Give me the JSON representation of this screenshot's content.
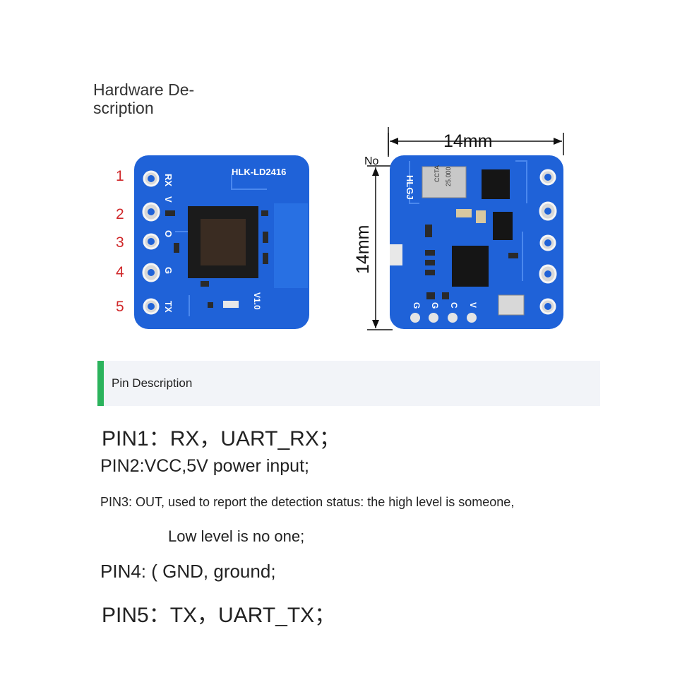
{
  "title": "Hardware De-\nscription",
  "title_line1": "Hardware De-",
  "title_line2": "scription",
  "pin_numbers": [
    "1",
    "2",
    "3",
    "4",
    "5"
  ],
  "left_board": {
    "model_label": "HLK-LD2416",
    "pin_labels": [
      "RX",
      "V",
      "O",
      "G",
      "TX"
    ],
    "bottom_label": "V1.0"
  },
  "right_board": {
    "crystal_label": "25.000",
    "crystal_sublabel": "CCTA",
    "side_label": "HLGJ",
    "bottom_pin_labels": [
      "G",
      "G",
      "C",
      "V"
    ],
    "no_label": "No"
  },
  "dimensions": {
    "width": "14mm",
    "height": "14mm"
  },
  "colors": {
    "pcb": "#1f62d8",
    "accent_bar": "#2bb35c",
    "pin_number": "#d0282a"
  },
  "section": {
    "label": "Pin Description"
  },
  "pins": {
    "pin1": "PIN1：RX，UART_RX；",
    "pin2": "PIN2:VCC,5V power input;",
    "pin3": "PIN3: OUT, used to report the detection status: the high level is someone,",
    "pin3_cont": "Low level is no one;",
    "pin4": "PIN4: ( GND, ground;",
    "pin5": "PIN5：TX，UART_TX；"
  }
}
